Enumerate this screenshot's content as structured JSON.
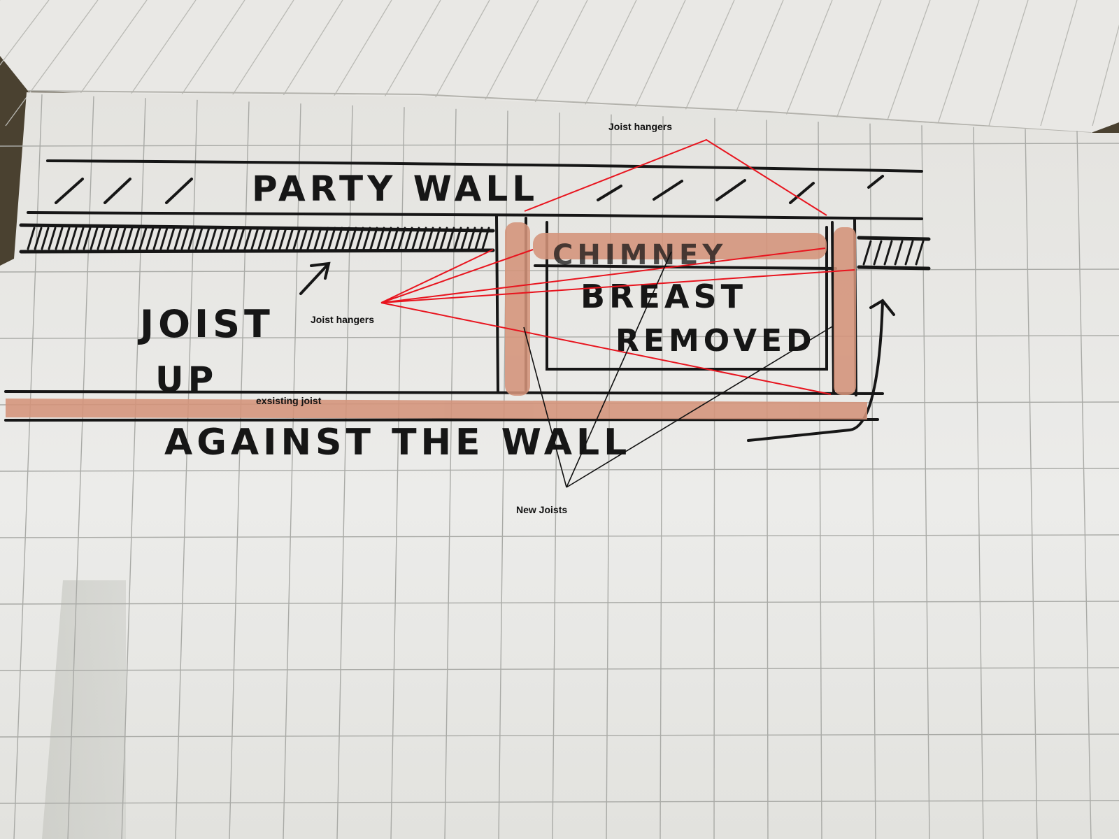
{
  "colors": {
    "paper": "#ececea",
    "paper_shadow": "#d9d9d5",
    "page_top": "#e7e6e3",
    "grid": "#a9aaa6",
    "ink": "#161616",
    "timber": "#d4937a",
    "annotation_red": "#e8141e",
    "annotation_black": "#111111",
    "binding": "#4a4130"
  },
  "sketch": {
    "party_wall": "PARTY WALL",
    "chimney": "CHIMNEY",
    "breast_removed": "BREAST",
    "removed": "REMOVED",
    "joist": "JOIST",
    "up": "UP",
    "against_the_wall": "AGAINST THE WALL"
  },
  "annotations": {
    "joist_hangers_top": "Joist hangers",
    "joist_hangers_left": "Joist hangers",
    "existing_joist": "exsisting joist",
    "new_joists": "New Joists"
  }
}
